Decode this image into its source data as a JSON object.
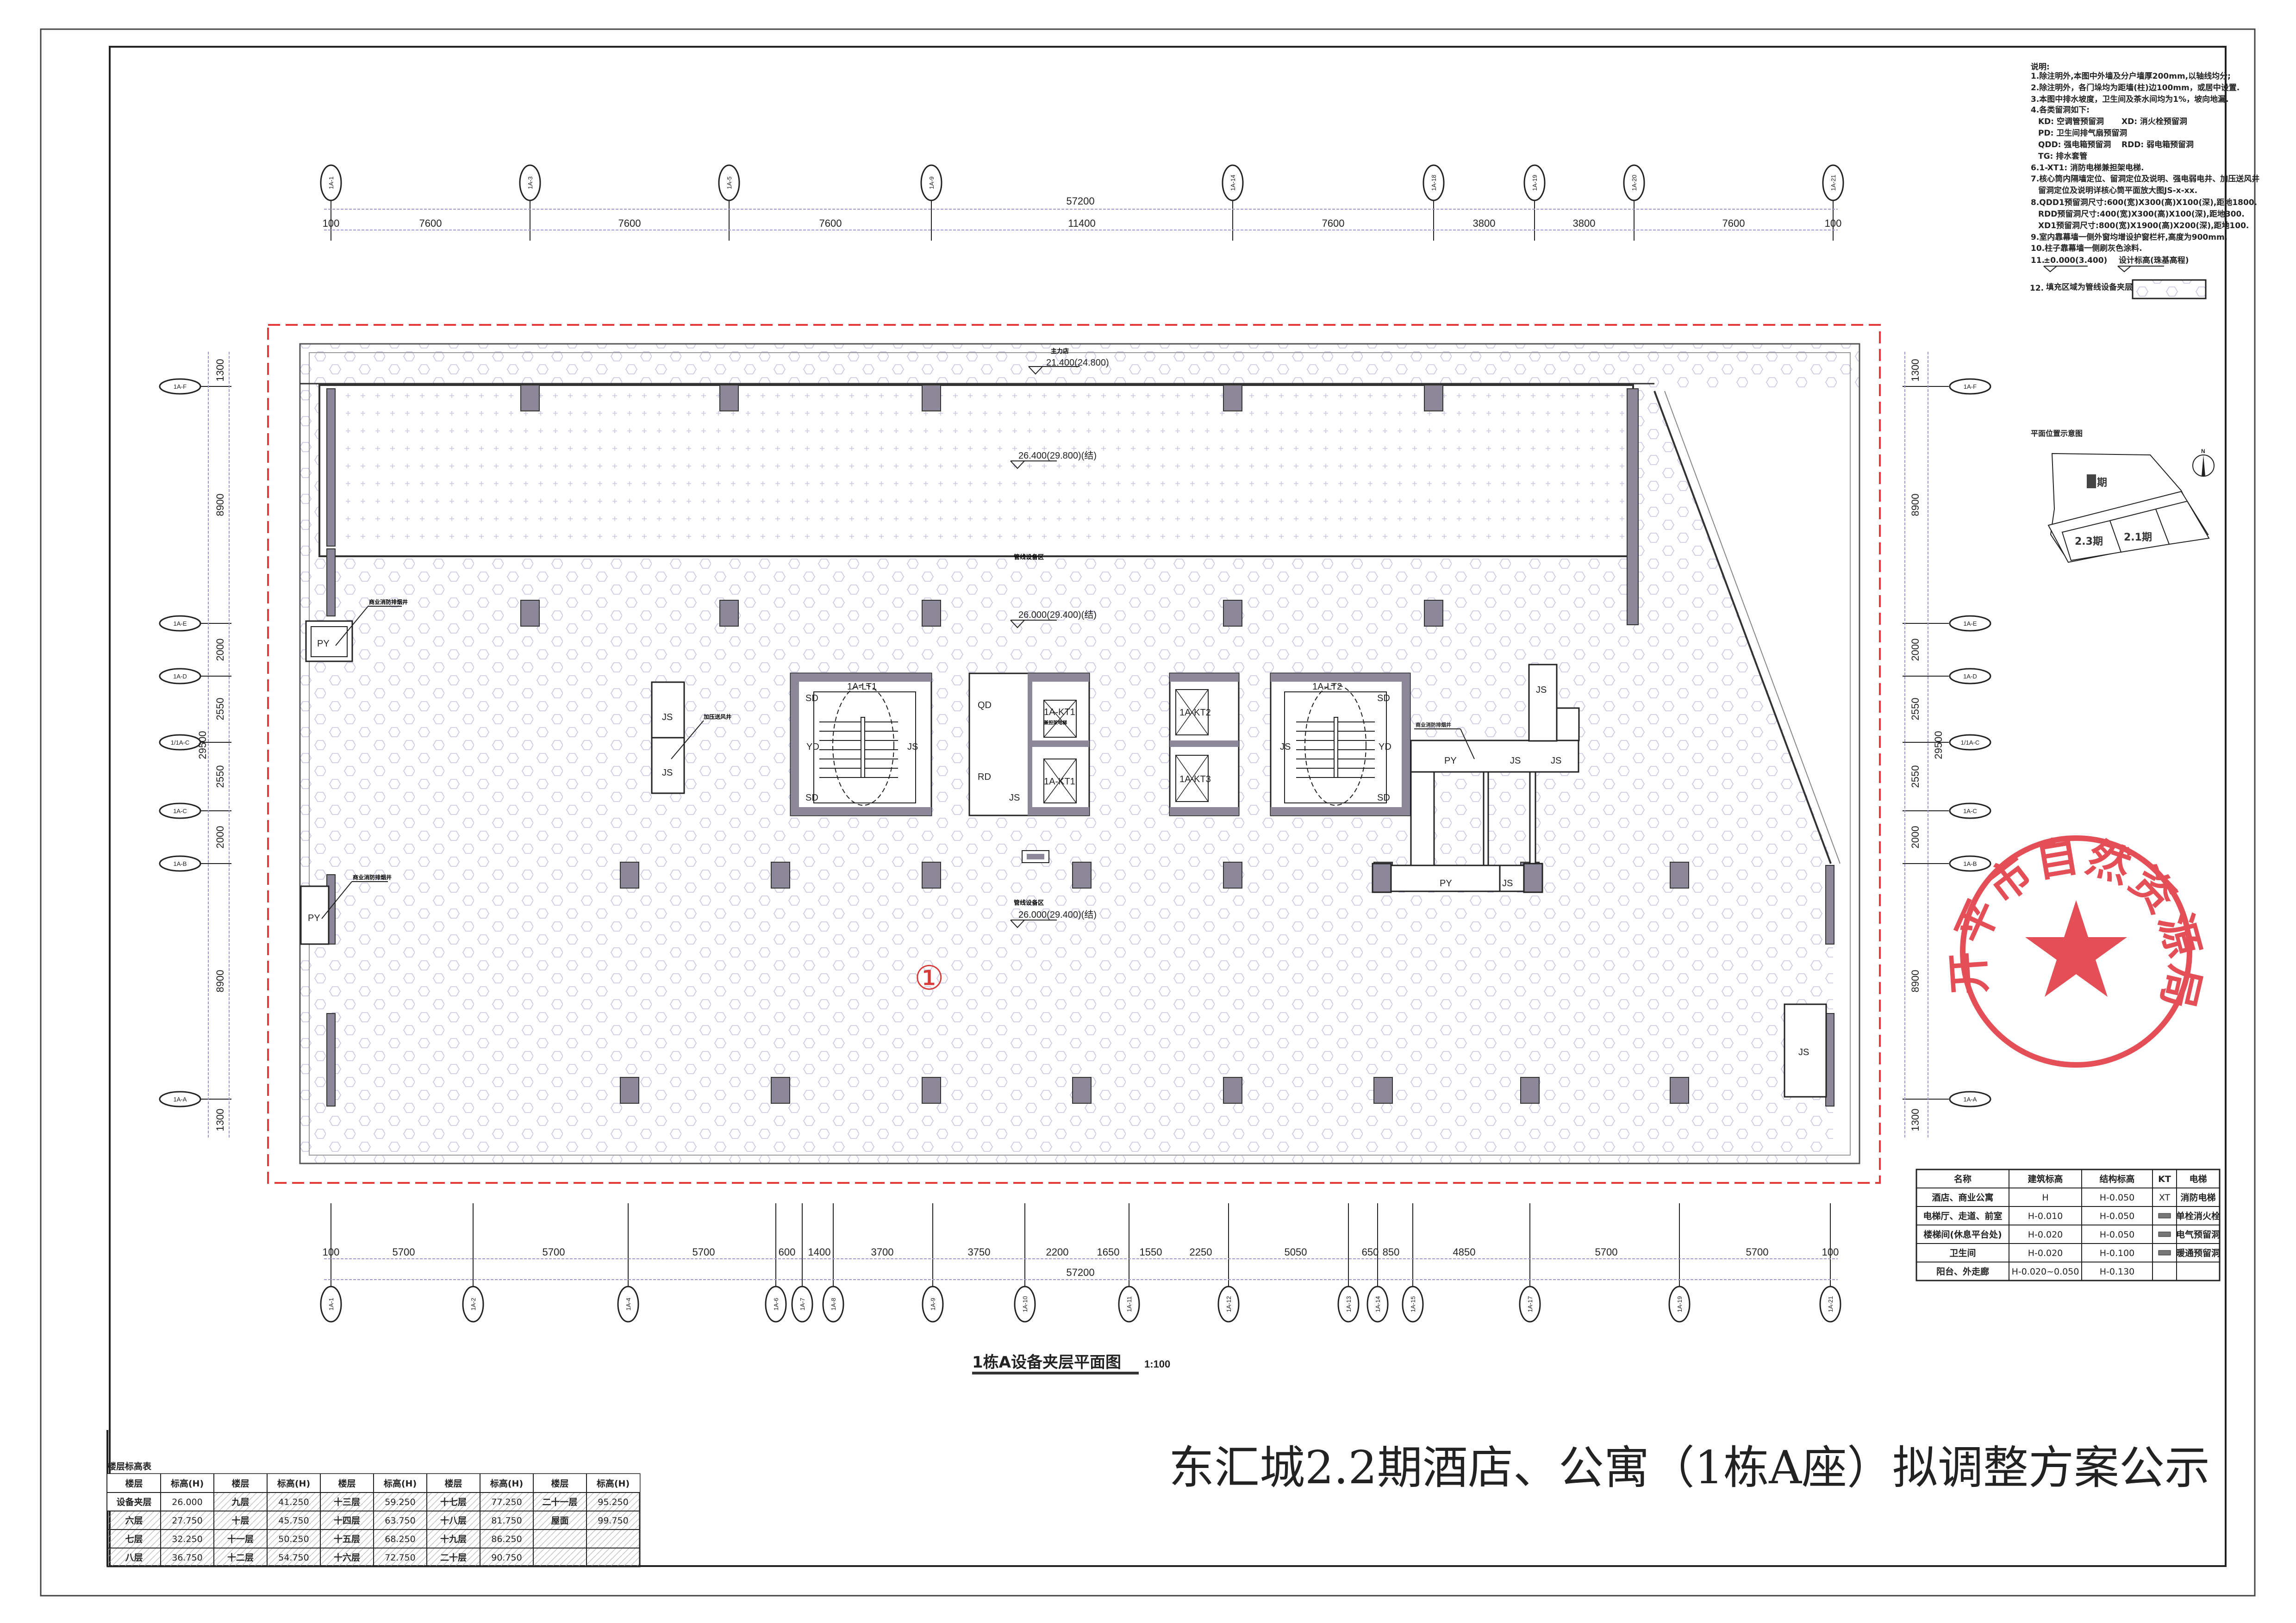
{
  "drawing": {
    "title": "1栋A设备夹层平面图",
    "scale": "1:100",
    "big_title": "东汇城2.2期酒店、公寓（1栋A座）拟调整方案公示",
    "zone_marker": "①"
  },
  "grid": {
    "top": [
      "1A-1",
      "1A-3",
      "1A-5",
      "1A-9",
      "1A-14",
      "1A-18",
      "1A-19",
      "1A-20",
      "1A-21"
    ],
    "bottom": [
      "1A-1",
      "1A-2",
      "1A-4",
      "1A-6",
      "1A-7",
      "1A-8",
      "1A-9",
      "1A-10",
      "1A-11",
      "1A-12",
      "1A-13",
      "1A-14",
      "1A-15",
      "1A-17",
      "1A-19",
      "1A-21"
    ],
    "left": [
      "1A-F",
      "1A-E",
      "1A-D",
      "1/1A-C",
      "1A-C",
      "1A-B",
      "1A-A"
    ],
    "right": [
      "1A-F",
      "1A-E",
      "1A-D",
      "1/1A-C",
      "1A-C",
      "1A-B",
      "1A-A"
    ]
  },
  "dimensions": {
    "top_total": "57200",
    "top_chain": [
      "100",
      "7600",
      "7600",
      "7600",
      "11400",
      "7600",
      "3800",
      "3800",
      "7600",
      "100"
    ],
    "bottom_total": "57200",
    "bottom_chain": [
      "100",
      "5700",
      "5700",
      "5700",
      "600",
      "1400",
      "3700",
      "3750",
      "2200",
      "1650",
      "1550",
      "2250",
      "5050",
      "650",
      "850",
      "4850",
      "5700",
      "5700",
      "100"
    ],
    "side_total": "29500",
    "side_chain": [
      "1300",
      "8900",
      "2000",
      "2550",
      "2550",
      "2000",
      "8900",
      "1300"
    ]
  },
  "annotations": {
    "anchor_store": "主力店",
    "anchor_store_level": "21.400(24.800)",
    "upper_level": "26.400(29.800)(结)",
    "equip_zone": "管线设备区",
    "equip_level": "26.000(29.400)(结)",
    "equip_zone_2": "管线设备区",
    "equip_level_2": "26.000(29.400)(结)",
    "smoke_shaft": "商业消防排烟井",
    "pressure_shaft": "加压送风井",
    "stair1": "1A-LT1",
    "stair2": "1A-LT2",
    "elev_kt1": "1A-KT1",
    "elev_kt1_note": "兼担架电梯",
    "elev_kt1b": "1A-KT1",
    "elev_kt2": "1A-KT2",
    "elev_kt3": "1A-KT3",
    "sd": "SD",
    "yd": "YD",
    "js": "JS",
    "py": "PY",
    "qd": "QD",
    "rd": "RD"
  },
  "notes": {
    "heading": "说明:",
    "n1": "1.除注明外,本图中外墙及分户墙厚200mm,以轴线均分;",
    "n2": "2.除注明外，各门垛均为距墙(柱)边100mm，或居中设置.",
    "n3": "3.本图中排水坡度，卫生间及茶水间均为1%，坡向地漏.",
    "n4": "4.各类留洞如下:",
    "kd": "KD: 空调管预留洞",
    "xd": "XD: 消火栓预留洞",
    "pd": "PD: 卫生间排气扇预留洞",
    "qdd": "QDD: 强电箱预留洞",
    "rdd": "RDD: 弱电箱预留洞",
    "tg": "TG: 排水套管",
    "n6": "6.1-XT1: 消防电梯兼担架电梯.",
    "n7a": "7.核心筒内隔墙定位、留洞定位及说明、强电弱电井、加压送风井",
    "n7b": "留洞定位及说明详核心筒平面放大图JS-x-xx.",
    "n8a": "8.QDD1预留洞尺寸:600(宽)X300(高)X100(深),距地1800.",
    "n8b": "RDD预留洞尺寸:400(宽)X300(高)X100(深),距地300.",
    "n8c": "XD1预留洞尺寸:800(宽)X1900(高)X200(深),距地100.",
    "n9": "9.室内靠幕墙一侧外窗均增设护窗栏杆,高度为900mm.",
    "n10": "10.柱子靠幕墙一侧刷灰色涂料.",
    "n11_num": "11.",
    "n11_a": "±0.000(3.400)",
    "n11_b": "设计标高(珠基高程)",
    "n12_num": "12.",
    "n12": "填充区域为管线设备夹层"
  },
  "key_plan": {
    "title": "平面位置示意图",
    "phase_top": "期",
    "phase_23": "2.3期",
    "phase_21": "2.1期",
    "north": "N"
  },
  "level_table": {
    "headers": [
      "名称",
      "建筑标高",
      "结构标高",
      "KT",
      "电梯"
    ],
    "rows": [
      [
        "酒店、商业公寓",
        "H",
        "H-0.050",
        "XT",
        "消防电梯"
      ],
      [
        "电梯厅、走道、前室",
        "H-0.010",
        "H-0.050",
        "",
        "单栓消火栓"
      ],
      [
        "楼梯间(休息平台处)",
        "H-0.020",
        "H-0.050",
        "",
        "电气预留洞"
      ],
      [
        "卫生间",
        "H-0.020",
        "H-0.100",
        "",
        "暖通预留洞"
      ],
      [
        "阳台、外走廊",
        "H-0.020~0.050",
        "H-0.130",
        "",
        ""
      ]
    ]
  },
  "floor_table": {
    "title": "楼层标高表",
    "headers": [
      "楼层",
      "标高(H)",
      "楼层",
      "标高(H)",
      "楼层",
      "标高(H)",
      "楼层",
      "标高(H)",
      "楼层",
      "标高(H)"
    ],
    "rows": [
      [
        "设备夹层",
        "26.000",
        "九层",
        "41.250",
        "十三层",
        "59.250",
        "十七层",
        "77.250",
        "二十一层",
        "95.250"
      ],
      [
        "六层",
        "27.750",
        "十层",
        "45.750",
        "十四层",
        "63.750",
        "十八层",
        "81.750",
        "屋面",
        "99.750"
      ],
      [
        "七层",
        "32.250",
        "十一层",
        "50.250",
        "十五层",
        "68.250",
        "十九层",
        "86.250",
        "",
        ""
      ],
      [
        "八层",
        "36.750",
        "十二层",
        "54.750",
        "十六层",
        "72.750",
        "二十层",
        "90.750",
        "",
        ""
      ]
    ]
  },
  "stamp": {
    "text": "开平市自然资源局"
  },
  "colors": {
    "column": "#8c8799",
    "hatch": "#b9b9dc",
    "stamp": "#e0303a",
    "outline": "#e23a3a"
  }
}
